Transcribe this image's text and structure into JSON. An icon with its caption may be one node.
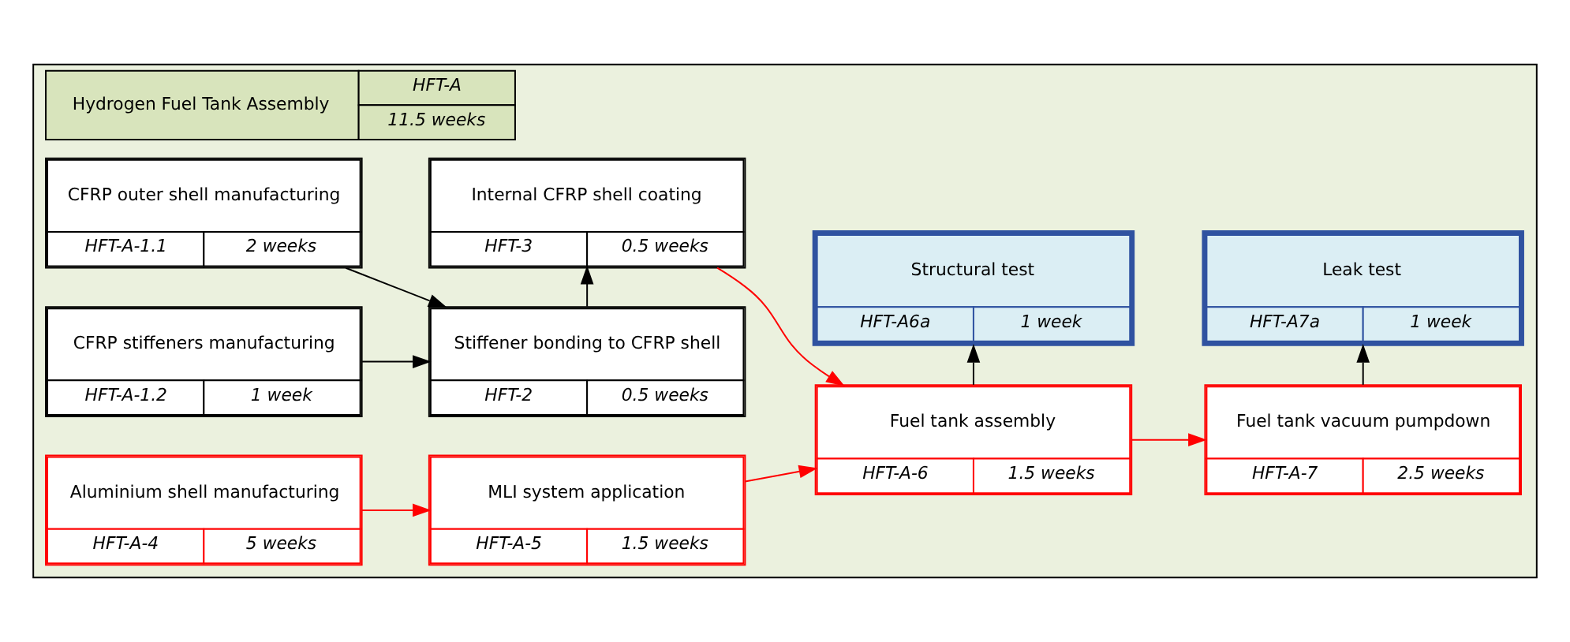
{
  "diagram": {
    "nodes": [
      {
        "text": [
          "Hydrogen Fuel Tank Assembly",
          "HFT-A",
          "11.5 weeks"
        ]
      },
      {
        "text": [
          "CFRP outer shell manufacturing",
          "HFT-A-1.1",
          "2 weeks"
        ],
        "in": 0
      },
      {
        "text": [
          "Stiffener bonding to CFRP shell",
          "HFT-2",
          "0.5 weeks"
        ],
        "in": 0
      },
      {
        "text": [
          "CFRP stiffeners manufacturing",
          "HFT-A-1.2",
          "1 week"
        ],
        "in": 0
      },
      {
        "text": [
          "Internal CFRP shell coating",
          "HFT-3",
          "0.5 weeks"
        ],
        "in": 0
      },
      {
        "text": [
          "Fuel tank assembly",
          "HFT-A-6",
          "1.5 weeks"
        ],
        "in": 0
      },
      {
        "text": [
          "Fuel tank vacuum pumpdown",
          "HFT-A-7",
          "2.5 weeks"
        ],
        "in": 0
      },
      {
        "text": [
          "Aluminium shell manufacturing",
          "HFT-A-4",
          "5 weeks"
        ],
        "in": 0
      },
      {
        "text": [
          "MLI system application",
          "HFT-A-5",
          "1.5 weeks"
        ],
        "in": 0
      },
      {
        "text": [
          "Structural test",
          "HFT-A6a",
          "1 week"
        ],
        "in": 0
      },
      {
        "text": [
          "Leak test",
          "HFT-A7a",
          "1 week"
        ],
        "in": 0
      }
    ],
    "edges": [
      {
        "from": 1,
        "to": 2,
        "arrow": "to"
      },
      {
        "from": 3,
        "to": 2,
        "arrow": "to"
      },
      {
        "from": 2,
        "to": 4,
        "arrow": "to"
      },
      {
        "from": 4,
        "to": 5,
        "arrow": "to",
        "color": "#ff0000"
      },
      {
        "from": 7,
        "to": 8,
        "arrow": "to",
        "color": "#ff0000"
      },
      {
        "from": 8,
        "to": 5,
        "arrow": "to",
        "color": "#ff0000"
      },
      {
        "from": 5,
        "to": 6,
        "arrow": "to",
        "color": "#ff0000"
      },
      {
        "from": 5,
        "to": 9,
        "arrow": "to"
      },
      {
        "from": 6,
        "to": 10,
        "arrow": "to"
      }
    ]
  }
}
